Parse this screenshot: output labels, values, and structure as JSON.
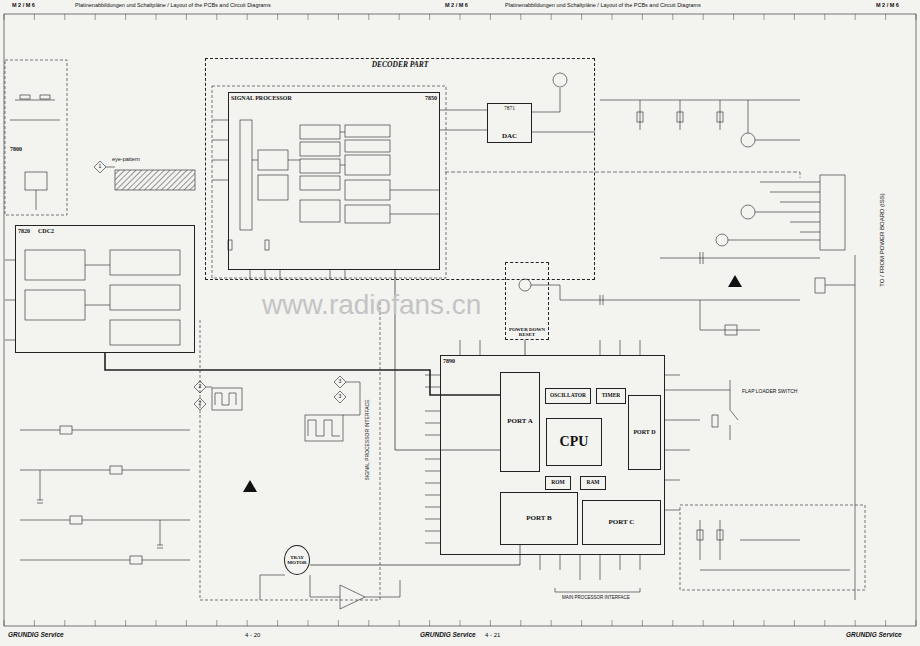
{
  "diagram": {
    "nodes": [
      {
        "text": [
          "DECODER PART"
        ]
      },
      {
        "text": [
          "SIGNAL PROCESSOR",
          "7850"
        ],
        "in": 0
      },
      {
        "text": [
          "7871",
          "DAC"
        ],
        "in": 0
      },
      {
        "text": [
          "7820",
          "CDC2"
        ]
      },
      {
        "text": [
          "POWER DOWN RESET"
        ]
      },
      {
        "text": [
          "7890"
        ]
      },
      {
        "text": [
          "PORT A"
        ],
        "in": 5
      },
      {
        "text": [
          "OSCILLATOR"
        ],
        "in": 5
      },
      {
        "text": [
          "TIMER"
        ],
        "in": 5
      },
      {
        "text": [
          "PORT D"
        ],
        "in": 5
      },
      {
        "text": [
          "CPU"
        ],
        "in": 5
      },
      {
        "text": [
          "ROM"
        ],
        "in": 5
      },
      {
        "text": [
          "RAM"
        ],
        "in": 5
      },
      {
        "text": [
          "PORT B"
        ],
        "in": 5
      },
      {
        "text": [
          "PORT C"
        ],
        "in": 5
      },
      {
        "text": [
          "TRAY MOTOR"
        ]
      }
    ],
    "edges": [
      {
        "from": 3,
        "to": 6,
        "arrow": "none"
      },
      {
        "from": 1,
        "to": 6,
        "arrow": "none"
      },
      {
        "from": 4,
        "to": 5,
        "arrow": "none"
      },
      {
        "from": 13,
        "to": 15,
        "arrow": "none"
      }
    ],
    "labels": [
      "M 2 / M 6",
      "Platinenabbildungen und Schaltpläne / Layout of the PCBs and Circuit Diagrams",
      "M 2 / M 6",
      "Platinenabbildungen und Schaltpläne / Layout of the PCBs and Circuit Diagrams",
      "M 2 / M 6",
      "eye-pattern",
      "7800",
      "1",
      "2",
      "2",
      "3",
      "3",
      "SIGNAL PROCESSOR INTERFACE",
      "MAIN PROCESSOR INTERFACE",
      "TO / FROM POWER BOARD (ISS)",
      "FLAP LOADER SWITCH",
      "www.radiofans.cn",
      "GRUNDIG Service",
      "4 - 20",
      "GRUNDIG Service",
      "4 - 21",
      "GRUNDIG Service"
    ]
  }
}
